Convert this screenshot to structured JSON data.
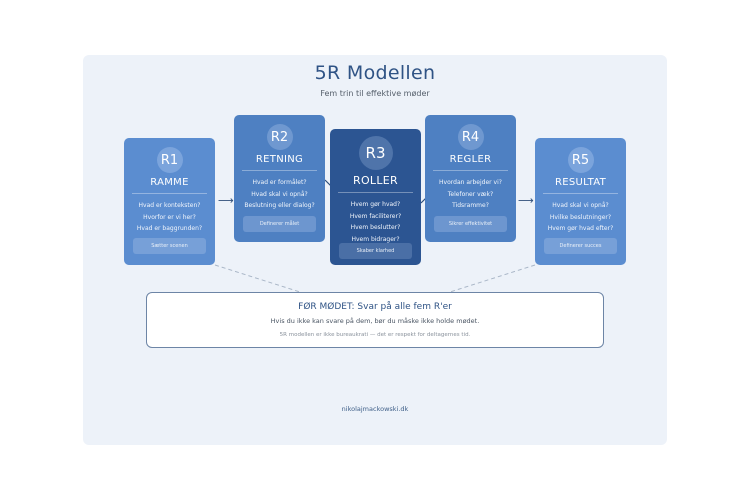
{
  "header": {
    "title": "5R Modellen",
    "subtitle": "Fem trin til effektive møder"
  },
  "cards": [
    {
      "badge": "R1",
      "name": "RAMME",
      "questions": [
        "Hvad er konteksten?",
        "Hvorfor er vi her?",
        "Hvad er baggrunden?"
      ],
      "tag": "Sætter scenen"
    },
    {
      "badge": "R2",
      "name": "RETNING",
      "questions": [
        "Hvad er formålet?",
        "Hvad skal vi opnå?",
        "Beslutning eller dialog?"
      ],
      "tag": "Definerer målet"
    },
    {
      "badge": "R3",
      "name": "ROLLER",
      "questions": [
        "Hvem gør hvad?",
        "Hvem faciliterer?",
        "Hvem beslutter?",
        "Hvem bidrager?"
      ],
      "tag": "Skaber klarhed"
    },
    {
      "badge": "R4",
      "name": "REGLER",
      "questions": [
        "Hvordan arbejder vi?",
        "Telefoner væk?",
        "Tidsramme?"
      ],
      "tag": "Sikrer effektivitet"
    },
    {
      "badge": "R5",
      "name": "RESULTAT",
      "questions": [
        "Hvad skal vi opnå?",
        "Hvilke beslutninger?",
        "Hvem gør hvad efter?"
      ],
      "tag": "Definerer succes"
    }
  ],
  "note": {
    "heading": "FØR MØDET: Svar på alle fem R'er",
    "line1": "Hvis du ikke kan svare på dem, bør du måske ikke holde mødet.",
    "line2": "5R modellen er ikke bureaukrati — det er respekt for deltagernes tid."
  },
  "footer": {
    "site": "nikolajmackowski.dk"
  },
  "colors": {
    "background_panel": "#edf2f9",
    "card_light": "#5b8dd0",
    "card_mid": "#4e80c2",
    "card_dark": "#2c5592",
    "title": "#2f5385"
  }
}
